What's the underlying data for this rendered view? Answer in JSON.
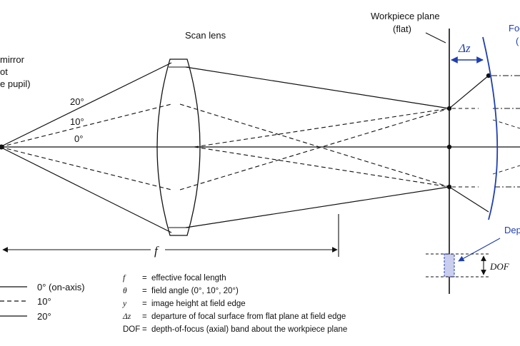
{
  "labels": {
    "mirror_line1": "mirror",
    "mirror_line2": "ot",
    "mirror_line3": "e pupil)",
    "scan_lens": "Scan lens",
    "workpiece_line1": "Workpiece plane",
    "workpiece_line2": "(flat)",
    "focal_line1": "Foc",
    "focal_line2": "(",
    "delta_z": "Δz",
    "depth": "Dep",
    "angle_20": "20°",
    "angle_10": "10°",
    "angle_0": "0°",
    "f_symbol": "f",
    "dof_symbol": "DOF"
  },
  "legend": [
    {
      "label": "0° (on-axis)",
      "style": "solid"
    },
    {
      "label": "10°",
      "style": "dashed"
    },
    {
      "label": "20°",
      "style": "solid"
    }
  ],
  "definitions": [
    {
      "symbol": "f",
      "eq": "=",
      "text": "effective focal length"
    },
    {
      "symbol": "θ",
      "eq": "=",
      "text": "field angle (0°, 10°, 20°)"
    },
    {
      "symbol": "y",
      "eq": "=",
      "text": "image height at field edge"
    },
    {
      "symbol": "Δz",
      "eq": "=",
      "text": "departure of focal surface from flat plane at field edge"
    },
    {
      "symbol": "DOF",
      "eq": "=",
      "text": "depth-of-focus (axial) band about the workpiece plane"
    }
  ],
  "colors": {
    "ink": "#111111",
    "accent": "#1f3fb0",
    "dof_fill": "#c9cdee"
  }
}
